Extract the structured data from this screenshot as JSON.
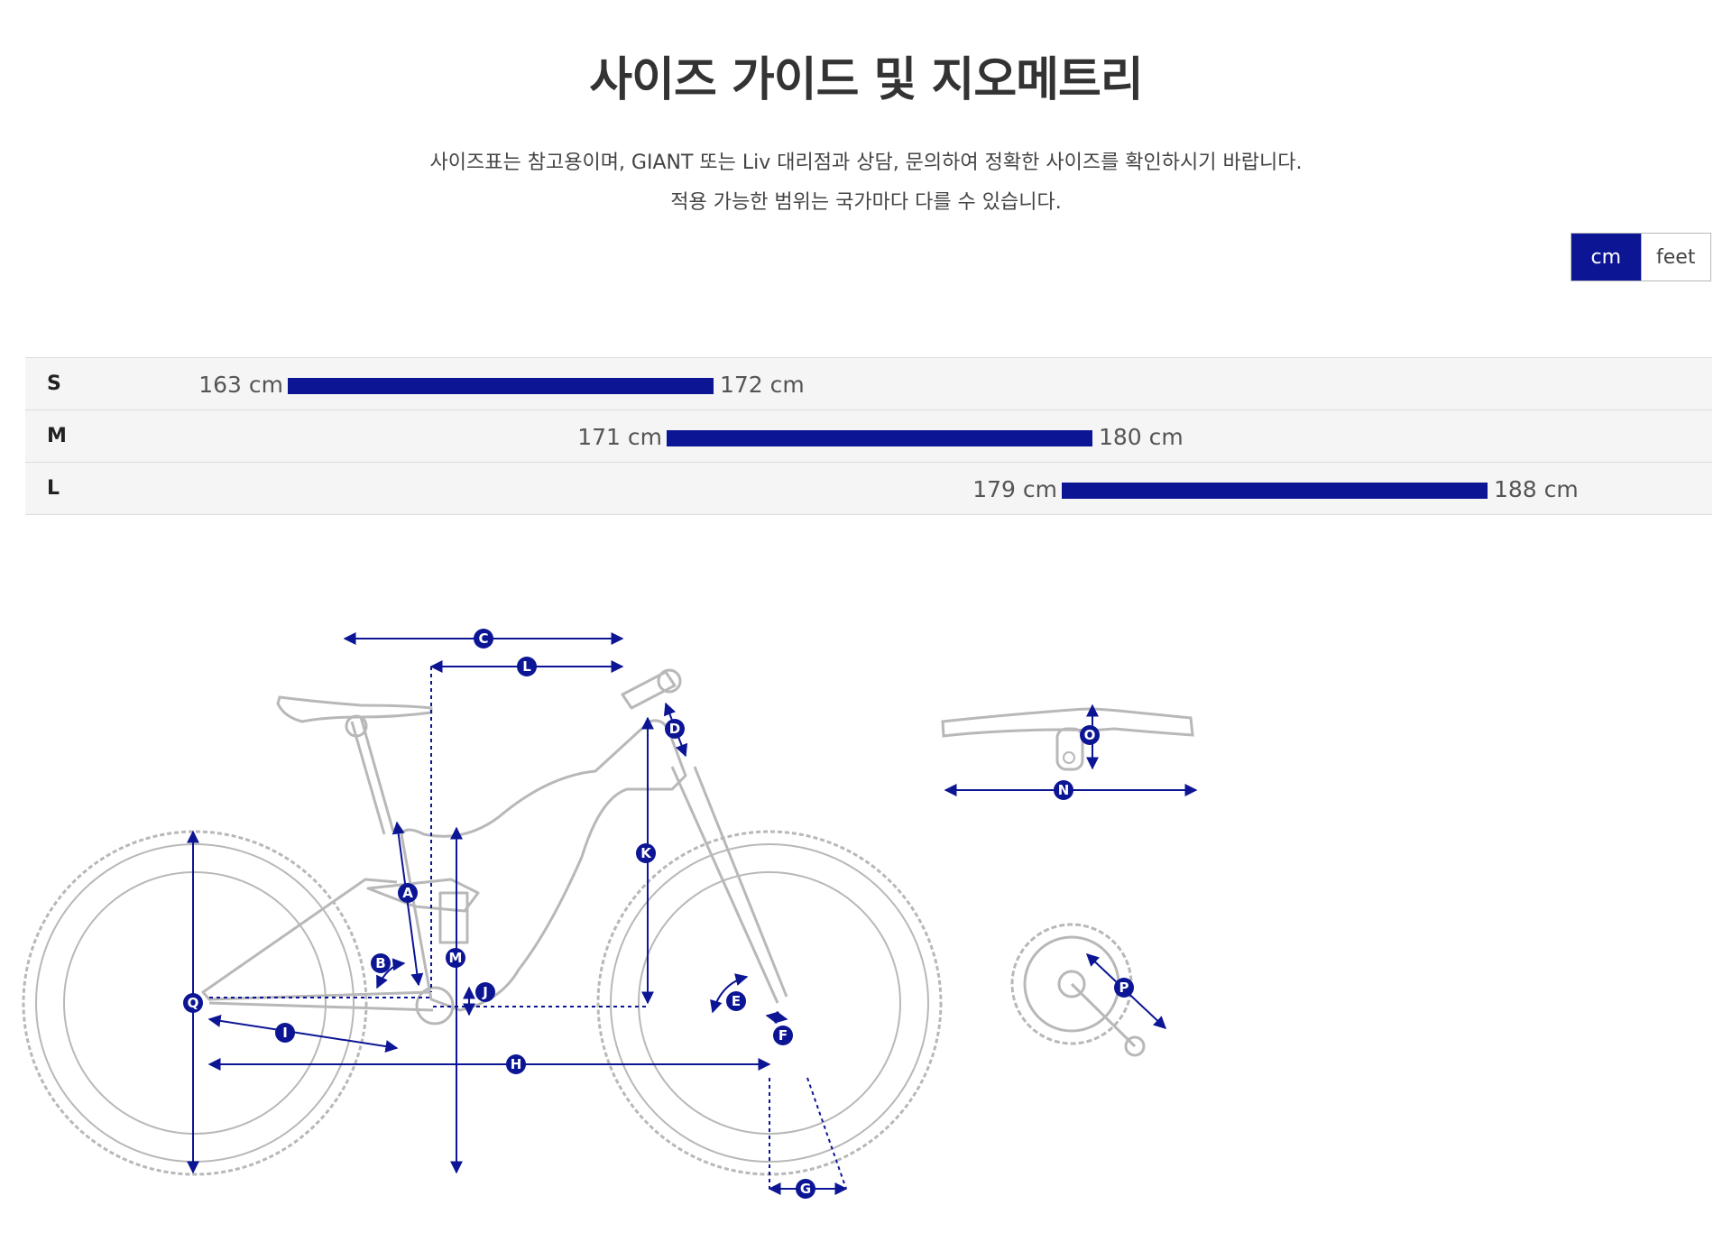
{
  "header": {
    "title": "사이즈 가이드 및 지오메트리",
    "desc_line1": "사이즈표는 참고용이며, GIANT 또는 Liv 대리점과 상담, 문의하여 정확한 사이즈를 확인하시기 바랍니다.",
    "desc_line2": "적용 가능한 범위는 국가마다 다를 수 있습니다."
  },
  "unit_toggle": {
    "cm": "cm",
    "feet": "feet",
    "selected": "cm"
  },
  "sizes": [
    {
      "size": "S",
      "min": "163 cm",
      "max": "172 cm",
      "min_val": 163,
      "max_val": 172
    },
    {
      "size": "M",
      "min": "171 cm",
      "max": "180 cm",
      "min_val": 171,
      "max_val": 180
    },
    {
      "size": "L",
      "min": "179 cm",
      "max": "188 cm",
      "min_val": 179,
      "max_val": 188
    }
  ],
  "colors": {
    "accent": "#0c1594",
    "frame_line": "#b8b8b8",
    "row_bg": "#f5f5f5"
  },
  "geometry_labels": [
    "A",
    "B",
    "C",
    "D",
    "E",
    "F",
    "G",
    "H",
    "I",
    "J",
    "K",
    "L",
    "M",
    "N",
    "O",
    "P",
    "Q"
  ]
}
